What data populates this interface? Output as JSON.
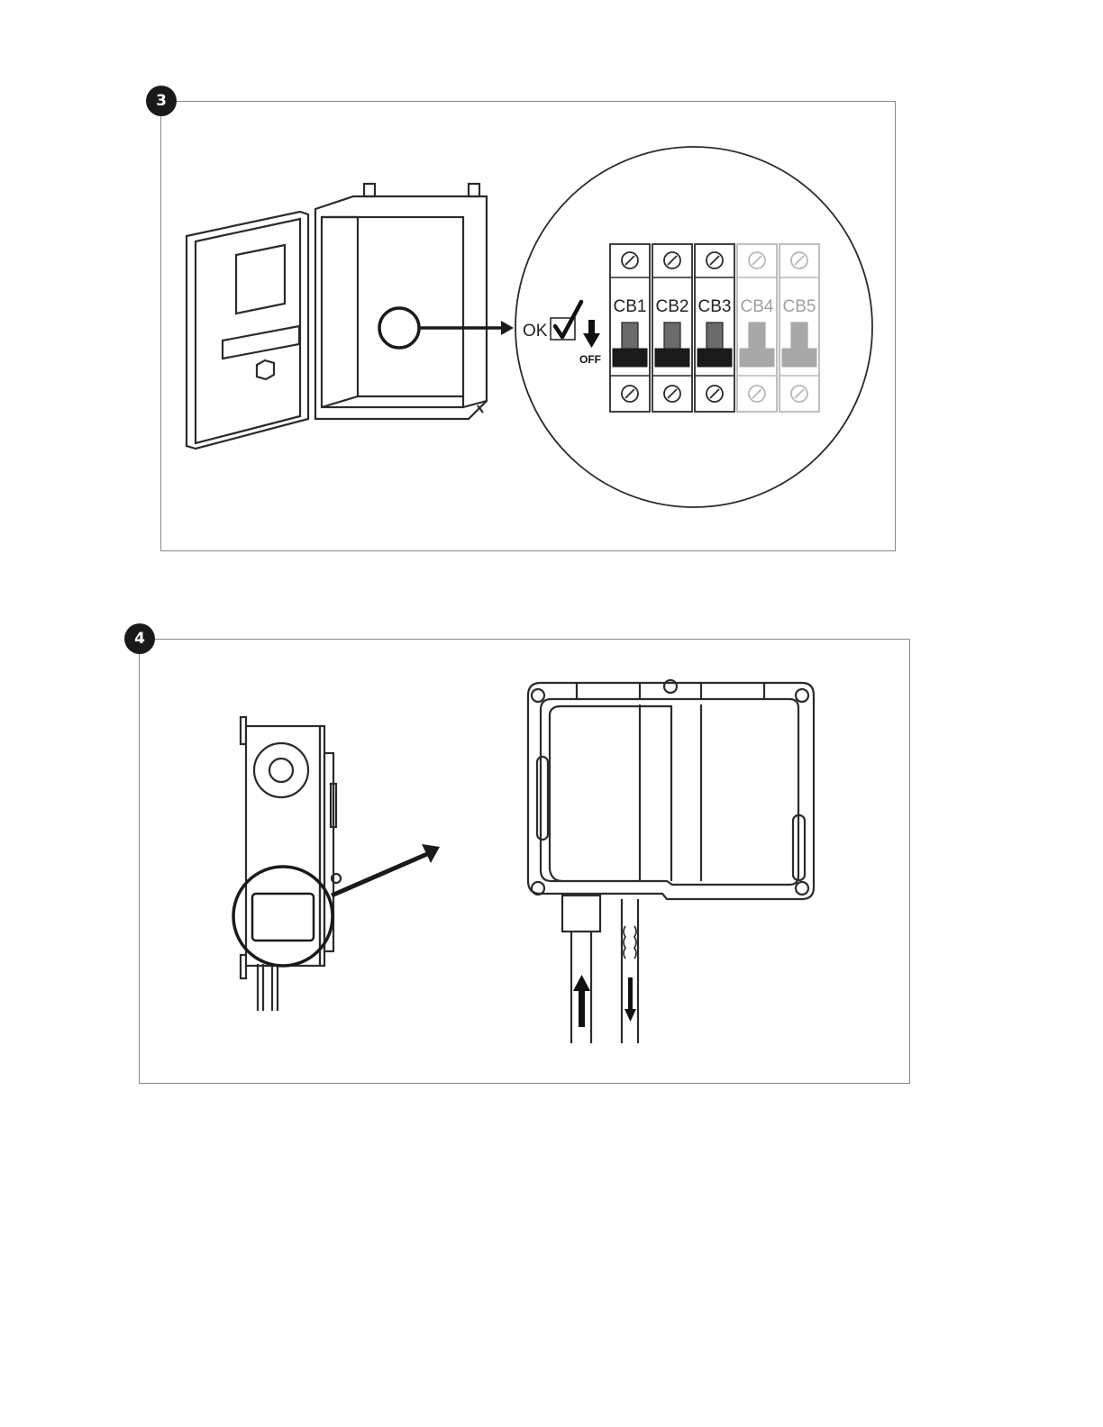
{
  "step3": {
    "number": "3",
    "ok_label": "OK",
    "off_label": "OFF",
    "breakers": [
      {
        "label": "CB1",
        "active": true
      },
      {
        "label": "CB2",
        "active": true
      },
      {
        "label": "CB3",
        "active": true
      },
      {
        "label": "CB4",
        "active": false
      },
      {
        "label": "CB5",
        "active": false
      }
    ]
  },
  "step4": {
    "number": "4"
  },
  "colors": {
    "line": "#2b2b2b",
    "panel_border": "#8a8a8a",
    "active_breaker": "#1a1a1a",
    "inactive_breaker": "#a8a8a8"
  }
}
